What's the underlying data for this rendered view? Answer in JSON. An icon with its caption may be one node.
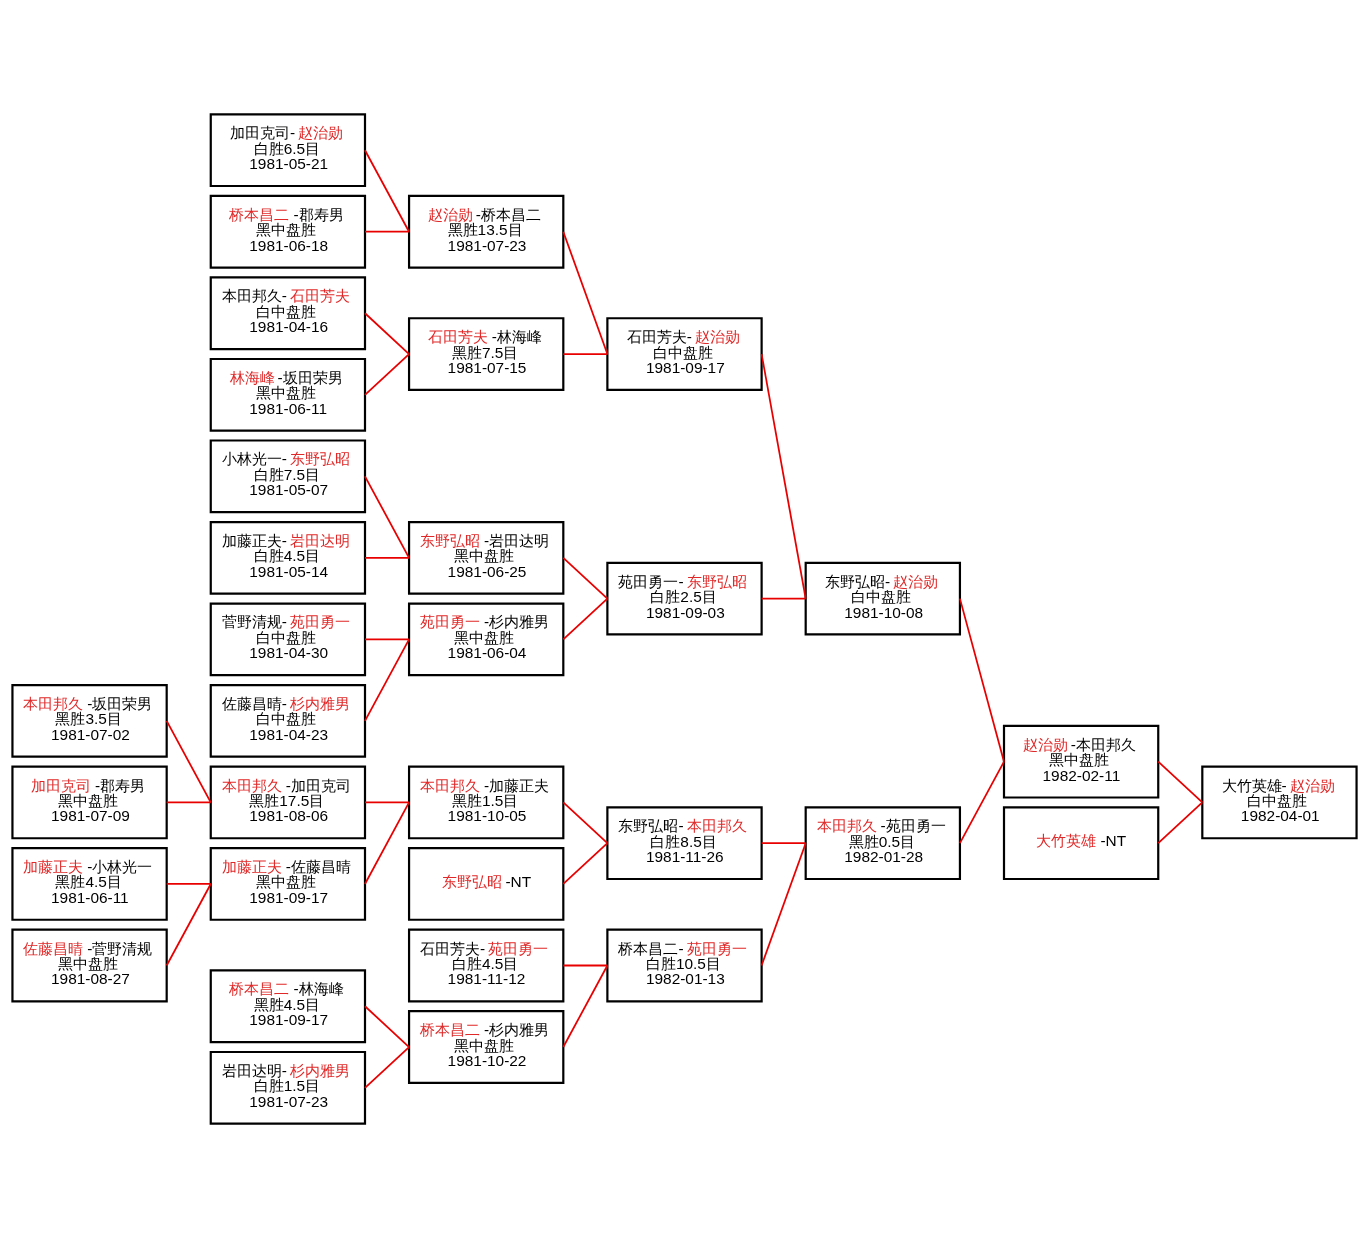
{
  "diagram": {
    "nodes": [
      {
        "text": [
          "本田邦久-坂田荣男",
          "黑胜3.5目",
          "1981-07-02"
        ]
      },
      {
        "text": [
          "加田克司-郡寿男",
          "黑中盘胜",
          "1981-07-09"
        ]
      },
      {
        "text": [
          "加藤正夫-小林光一",
          "黑胜4.5目",
          "1981-06-11"
        ]
      },
      {
        "text": [
          "佐藤昌晴-菅野清规",
          "黑中盘胜",
          "1981-08-27"
        ]
      },
      {
        "text": [
          "加田克司-赵治勋",
          "白胜6.5目",
          "1981-05-21"
        ]
      },
      {
        "text": [
          "桥本昌二-郡寿男",
          "黑中盘胜",
          "1981-06-18"
        ]
      },
      {
        "text": [
          "本田邦久-石田芳夫",
          "白中盘胜",
          "1981-04-16"
        ]
      },
      {
        "text": [
          "林海峰-坂田荣男",
          "黑中盘胜",
          "1981-06-11"
        ]
      },
      {
        "text": [
          "小林光一-东野弘昭",
          "白胜7.5目",
          "1981-05-07"
        ]
      },
      {
        "text": [
          "加藤正夫-岩田达明",
          "白胜4.5目",
          "1981-05-14"
        ]
      },
      {
        "text": [
          "菅野清规-苑田勇一",
          "白中盘胜",
          "1981-04-30"
        ]
      },
      {
        "text": [
          "佐藤昌晴-杉内雅男",
          "白中盘胜",
          "1981-04-23"
        ]
      },
      {
        "text": [
          "本田邦久-加田克司",
          "黑胜17.5目",
          "1981-08-06"
        ]
      },
      {
        "text": [
          "加藤正夫-佐藤昌晴",
          "黑中盘胜",
          "1981-09-17"
        ]
      },
      {
        "text": [
          "桥本昌二-林海峰",
          "黑胜4.5目",
          "1981-09-17"
        ]
      },
      {
        "text": [
          "岩田达明-杉内雅男",
          "白胜1.5目",
          "1981-07-23"
        ]
      },
      {
        "text": [
          "赵治勋-桥本昌二",
          "黑胜13.5目",
          "1981-07-23"
        ]
      },
      {
        "text": [
          "石田芳夫-林海峰",
          "黑胜7.5目",
          "1981-07-15"
        ]
      },
      {
        "text": [
          "东野弘昭-岩田达明",
          "黑中盘胜",
          "1981-06-25"
        ]
      },
      {
        "text": [
          "苑田勇一-杉内雅男",
          "黑中盘胜",
          "1981-06-04"
        ]
      },
      {
        "text": [
          "本田邦久-加藤正夫",
          "黑胜1.5目",
          "1981-10-05"
        ]
      },
      {
        "text": [
          "东野弘昭-NT"
        ]
      },
      {
        "text": [
          "石田芳夫-苑田勇一",
          "白胜4.5目",
          "1981-11-12"
        ]
      },
      {
        "text": [
          "桥本昌二-杉内雅男",
          "黑中盘胜",
          "1981-10-22"
        ]
      },
      {
        "text": [
          "石田芳夫-赵治勋",
          "白中盘胜",
          "1981-09-17"
        ]
      },
      {
        "text": [
          "苑田勇一-东野弘昭",
          "白胜2.5目",
          "1981-09-03"
        ]
      },
      {
        "text": [
          "东野弘昭-本田邦久",
          "白胜8.5目",
          "1981-11-26"
        ]
      },
      {
        "text": [
          "桥本昌二-苑田勇一",
          "白胜10.5目",
          "1982-01-13"
        ]
      },
      {
        "text": [
          "东野弘昭-赵治勋",
          "白中盘胜",
          "1981-10-08"
        ]
      },
      {
        "text": [
          "本田邦久-苑田勇一",
          "黑胜0.5目",
          "1982-01-28"
        ]
      },
      {
        "text": [
          "赵治勋-本田邦久",
          "黑中盘胜",
          "1982-02-11"
        ]
      },
      {
        "text": [
          "大竹英雄-NT"
        ]
      },
      {
        "text": [
          "大竹英雄-赵治勋",
          "白中盘胜",
          "1982-04-01"
        ]
      }
    ],
    "edges": [
      {
        "from": 4,
        "to": 16,
        "arrow": "none"
      },
      {
        "from": 5,
        "to": 16,
        "arrow": "none"
      },
      {
        "from": 6,
        "to": 17,
        "arrow": "none"
      },
      {
        "from": 7,
        "to": 17,
        "arrow": "none"
      },
      {
        "from": 8,
        "to": 18,
        "arrow": "none"
      },
      {
        "from": 9,
        "to": 18,
        "arrow": "none"
      },
      {
        "from": 10,
        "to": 19,
        "arrow": "none"
      },
      {
        "from": 11,
        "to": 19,
        "arrow": "none"
      },
      {
        "from": 0,
        "to": 12,
        "arrow": "none"
      },
      {
        "from": 1,
        "to": 12,
        "arrow": "none"
      },
      {
        "from": 2,
        "to": 13,
        "arrow": "none"
      },
      {
        "from": 3,
        "to": 13,
        "arrow": "none"
      },
      {
        "from": 12,
        "to": 20,
        "arrow": "none"
      },
      {
        "from": 13,
        "to": 20,
        "arrow": "none"
      },
      {
        "from": 14,
        "to": 23,
        "arrow": "none"
      },
      {
        "from": 15,
        "to": 23,
        "arrow": "none"
      },
      {
        "from": 16,
        "to": 24,
        "arrow": "none"
      },
      {
        "from": 17,
        "to": 24,
        "arrow": "none"
      },
      {
        "from": 18,
        "to": 25,
        "arrow": "none"
      },
      {
        "from": 19,
        "to": 25,
        "arrow": "none"
      },
      {
        "from": 20,
        "to": 26,
        "arrow": "none"
      },
      {
        "from": 21,
        "to": 26,
        "arrow": "none"
      },
      {
        "from": 22,
        "to": 27,
        "arrow": "none"
      },
      {
        "from": 23,
        "to": 27,
        "arrow": "none"
      },
      {
        "from": 24,
        "to": 28,
        "arrow": "none"
      },
      {
        "from": 25,
        "to": 28,
        "arrow": "none"
      },
      {
        "from": 26,
        "to": 29,
        "arrow": "none"
      },
      {
        "from": 27,
        "to": 29,
        "arrow": "none"
      },
      {
        "from": 28,
        "to": 30,
        "arrow": "none"
      },
      {
        "from": 29,
        "to": 30,
        "arrow": "none"
      },
      {
        "from": 30,
        "to": 32,
        "arrow": "none"
      },
      {
        "from": 31,
        "to": 32,
        "arrow": "none"
      }
    ]
  }
}
